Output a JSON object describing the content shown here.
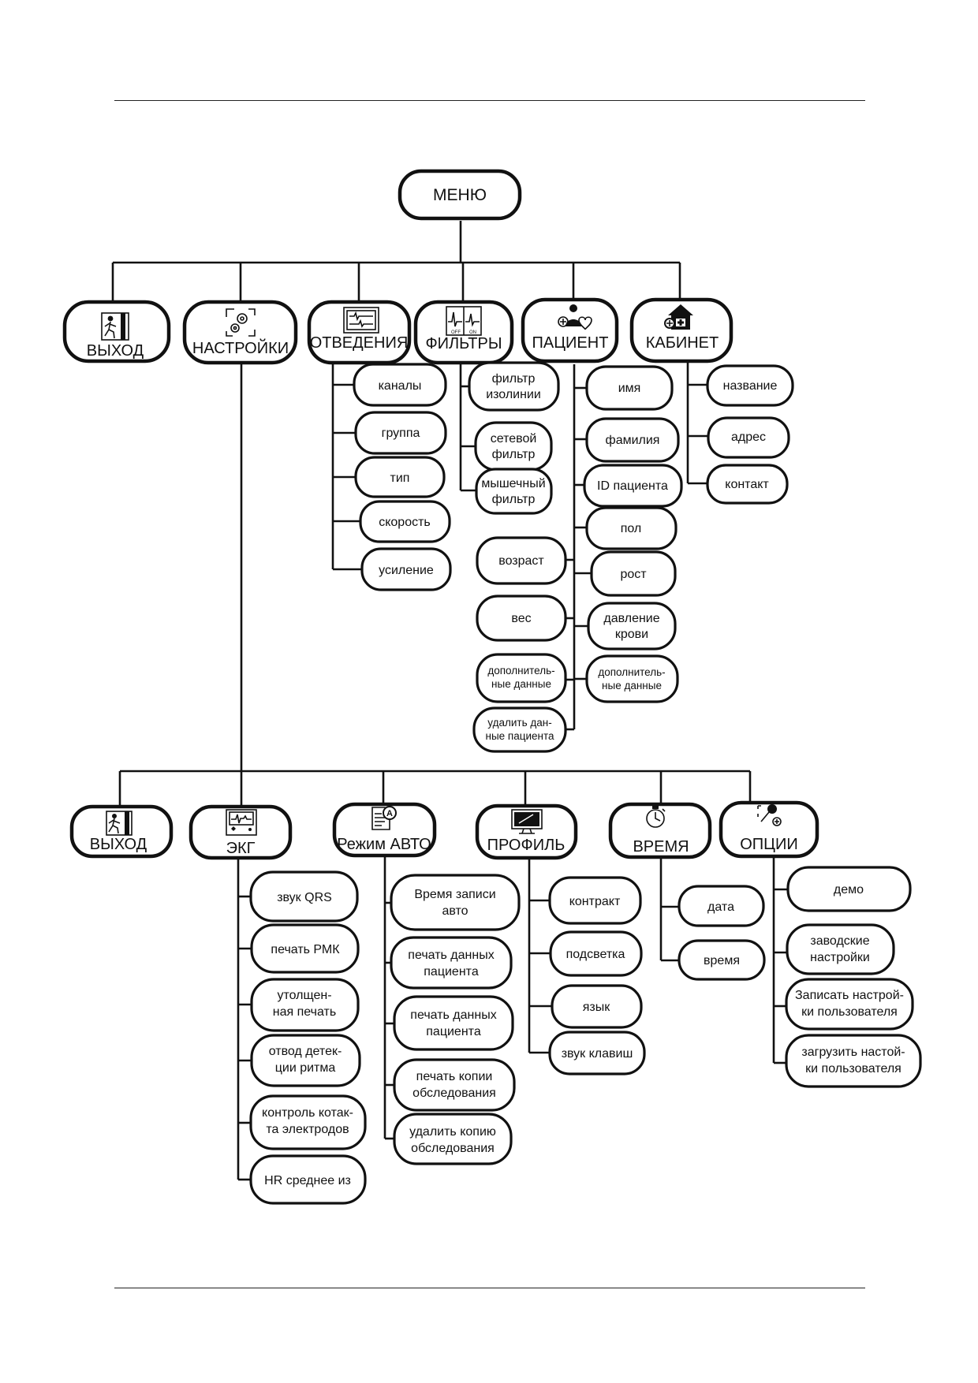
{
  "root": {
    "label": "МЕНЮ"
  },
  "top": {
    "exit": {
      "label": "ВЫХОД",
      "icon": "exit-door-icon"
    },
    "settings": {
      "label": "НАСТРОЙКИ",
      "icon": "gears-icon"
    },
    "leads": {
      "label": "ОТВЕДЕНИЯ",
      "icon": "ecg-monitor-icon",
      "items": [
        "каналы",
        "группа",
        "тип",
        "скорость",
        "усиление"
      ]
    },
    "filters": {
      "label": "ФИЛЬТРЫ",
      "icon": "filter-waveform-icon",
      "icon_text": [
        "OFF",
        "ON"
      ],
      "items": [
        [
          "фильтр",
          "изолинии"
        ],
        [
          "сетевой",
          "фильтр"
        ],
        [
          "мышечный",
          "фильтр"
        ]
      ]
    },
    "patient": {
      "label": "ПАЦИЕНТ",
      "icon": "patient-heart-icon",
      "items_right": [
        [
          "имя"
        ],
        [
          "фамилия"
        ],
        [
          "ID пациента"
        ],
        [
          "пол"
        ],
        [
          "рост"
        ],
        [
          "давление",
          "крови"
        ],
        [
          "дополнитель-",
          "ные данные"
        ]
      ],
      "items_left": [
        [
          "возраст"
        ],
        [
          "вес"
        ],
        [
          "дополнитель-",
          "ные данные"
        ],
        [
          "удалить дан-",
          "ные пациента"
        ]
      ]
    },
    "cabinet": {
      "label": "КАБИНЕТ",
      "icon": "medical-house-icon",
      "items": [
        "название",
        "адрес",
        "контакт"
      ]
    }
  },
  "settings_sub": {
    "exit": {
      "label": "ВЫХОД",
      "icon": "exit-door-icon"
    },
    "ecg": {
      "label": "ЭКГ",
      "icon": "ecg-device-icon",
      "items": [
        [
          "звук QRS"
        ],
        [
          "печать РМК"
        ],
        [
          "утолщен-",
          "ная печать"
        ],
        [
          "отвод детек-",
          "ции  ритма"
        ],
        [
          "контроль котак-",
          "та электродов"
        ],
        [
          "HR среднее из"
        ]
      ]
    },
    "auto": {
      "label": "Режим АВТО",
      "icon": "auto-document-icon",
      "items": [
        [
          "Время записи",
          "авто"
        ],
        [
          "печать данных",
          "пациента"
        ],
        [
          "печать данных",
          "пациента"
        ],
        [
          "печать копии",
          "обследования"
        ],
        [
          "удалить копию",
          "обследования"
        ]
      ]
    },
    "profile": {
      "label": "ПРОФИЛЬ",
      "icon": "display-monitor-icon",
      "items": [
        "контракт",
        "подсветка",
        "язык",
        "звук клавиш"
      ]
    },
    "time": {
      "label": "ВРЕМЯ",
      "icon": "stopwatch-icon",
      "items": [
        "дата",
        "время"
      ]
    },
    "options": {
      "label": "ОПЦИИ",
      "icon": "wrench-options-icon",
      "items": [
        [
          "демо"
        ],
        [
          "заводские",
          "настройки"
        ],
        [
          "Записать настрой-",
          "ки пользователя"
        ],
        [
          "загрузить настой-",
          "ки пользователя"
        ]
      ]
    }
  }
}
